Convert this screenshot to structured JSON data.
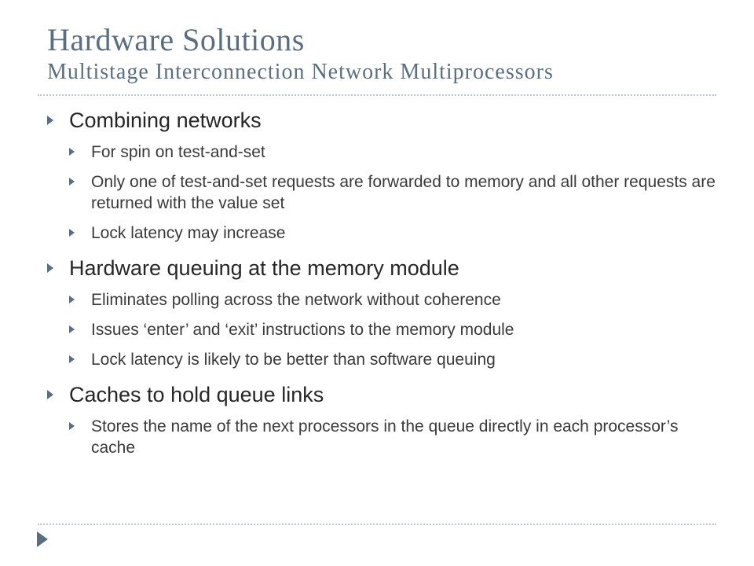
{
  "title": {
    "main": "Hardware Solutions",
    "subtitle": "Multistage Interconnection Network Multiprocessors"
  },
  "sections": [
    {
      "heading": "Combining networks",
      "items": [
        "For spin on test-and-set",
        "Only one of test-and-set requests are forwarded to memory and all other requests are returned with the value set",
        "Lock latency may increase"
      ]
    },
    {
      "heading": "Hardware queuing at the memory module",
      "items": [
        "Eliminates polling across the network without coherence",
        "Issues  ‘enter’ and ‘exit’ instructions to the memory module",
        "Lock latency is likely to be better than software queuing"
      ]
    },
    {
      "heading": "Caches to hold queue links",
      "items": [
        "Stores the name of the next processors in the queue directly in each processor’s cache"
      ]
    }
  ],
  "theme": {
    "accent": "#5a6e82",
    "rule": "#b9cad6",
    "text": "#262626"
  },
  "icons": {
    "bullet": "triangle-bullet-icon",
    "footer": "footer-triangle-icon"
  }
}
